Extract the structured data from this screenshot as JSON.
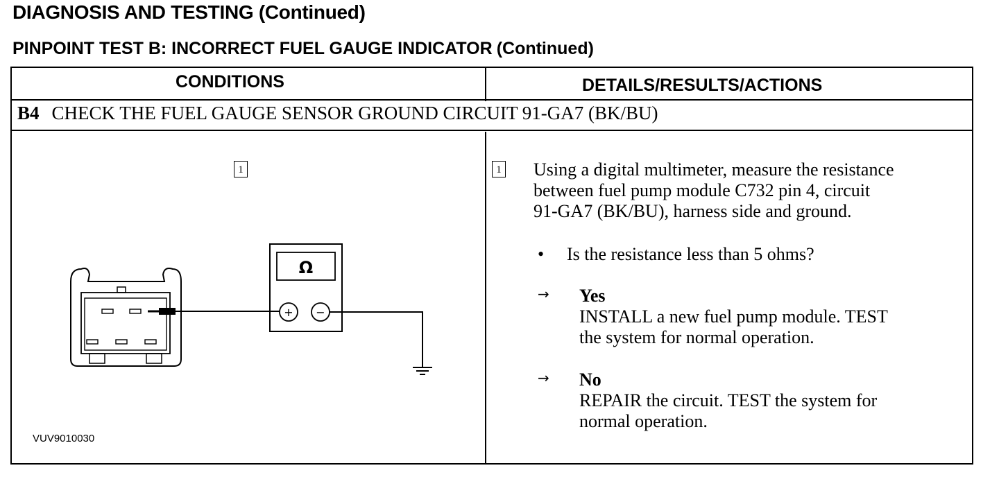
{
  "header": {
    "title": "DIAGNOSIS AND TESTING (Continued)",
    "subtitle_main": "PINPOINT TEST B:  INCORRECT FUEL GAUGE INDICATOR",
    "subtitle_cont": "(Continued)"
  },
  "table": {
    "col_conditions": "CONDITIONS",
    "col_details": "DETAILS/RESULTS/ACTIONS",
    "step_id": "B4",
    "step_title": "CHECK THE FUEL GAUGE SENSOR GROUND CIRCUIT 91-GA7 (BK/BU)"
  },
  "figure": {
    "callout": "1",
    "meter_symbol": "Ω",
    "plus_symbol": "+",
    "minus_symbol": "−",
    "figure_id": "VUV9010030"
  },
  "details": {
    "callout": "1",
    "instruction_lines": [
      "Using a digital multimeter, measure the resistance",
      "between fuel pump module C732 pin 4, circuit",
      "91-GA7 (BK/BU), harness side and ground."
    ],
    "bullet": "•",
    "question": "Is the resistance less than 5 ohms?",
    "arrow": "→",
    "yes_label": "Yes",
    "yes_lines": [
      "INSTALL a new fuel pump module. TEST",
      "the system for normal operation."
    ],
    "no_label": "No",
    "no_lines": [
      "REPAIR the circuit. TEST the system for",
      "normal operation."
    ]
  }
}
